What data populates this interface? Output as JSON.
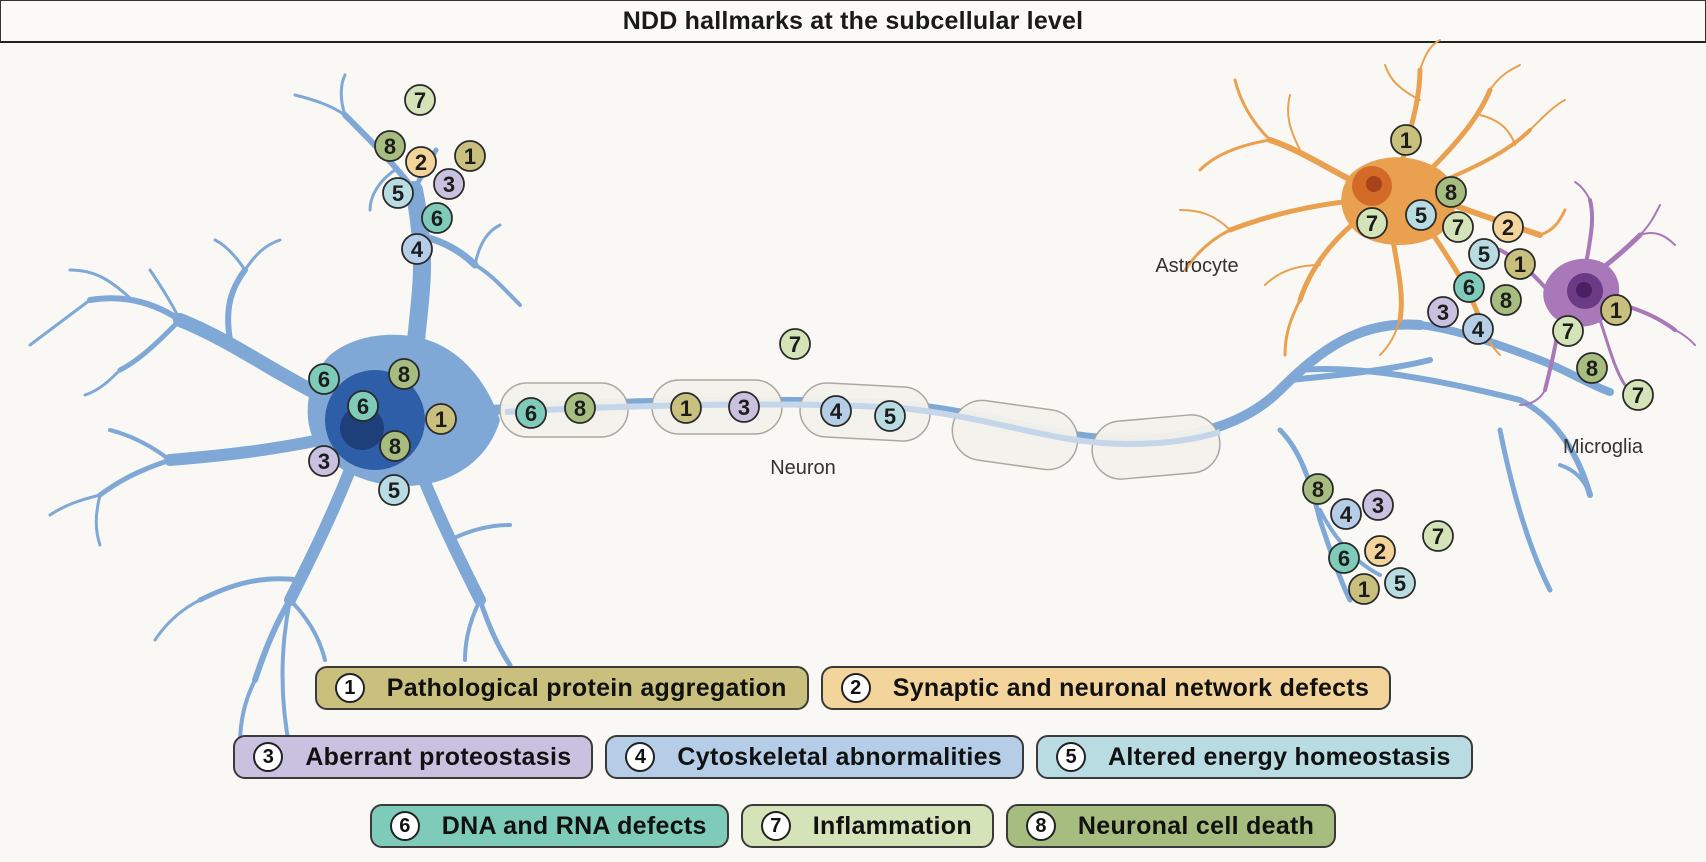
{
  "title": "NDD hallmarks at the subcellular level",
  "cell_labels": {
    "neuron": "Neuron",
    "astrocyte": "Astrocyte",
    "microglia": "Microglia"
  },
  "hallmarks": [
    {
      "num": "1",
      "label": "Pathological protein aggregation",
      "color": "#c9c07e"
    },
    {
      "num": "2",
      "label": "Synaptic and neuronal network defects",
      "color": "#f3d49a"
    },
    {
      "num": "3",
      "label": "Aberrant proteostasis",
      "color": "#c9c1e0"
    },
    {
      "num": "4",
      "label": "Cytoskeletal abnormalities",
      "color": "#b5cde6"
    },
    {
      "num": "5",
      "label": "Altered energy homeostasis",
      "color": "#b9dce3"
    },
    {
      "num": "6",
      "label": "DNA and RNA defects",
      "color": "#7fcbb9"
    },
    {
      "num": "7",
      "label": "Inflammation",
      "color": "#d5e4b8"
    },
    {
      "num": "8",
      "label": "Neuronal cell death",
      "color": "#a6bd7f"
    }
  ],
  "legend_rows": [
    [
      0,
      1
    ],
    [
      2,
      3,
      4
    ],
    [
      5,
      6,
      7
    ]
  ],
  "colors": {
    "neuron": "#7fa8d6",
    "neuron_dark": "#2f5ea8",
    "astrocyte": "#e9a14f",
    "microglia": "#a978b8",
    "myelin": "#f4f2ec"
  }
}
